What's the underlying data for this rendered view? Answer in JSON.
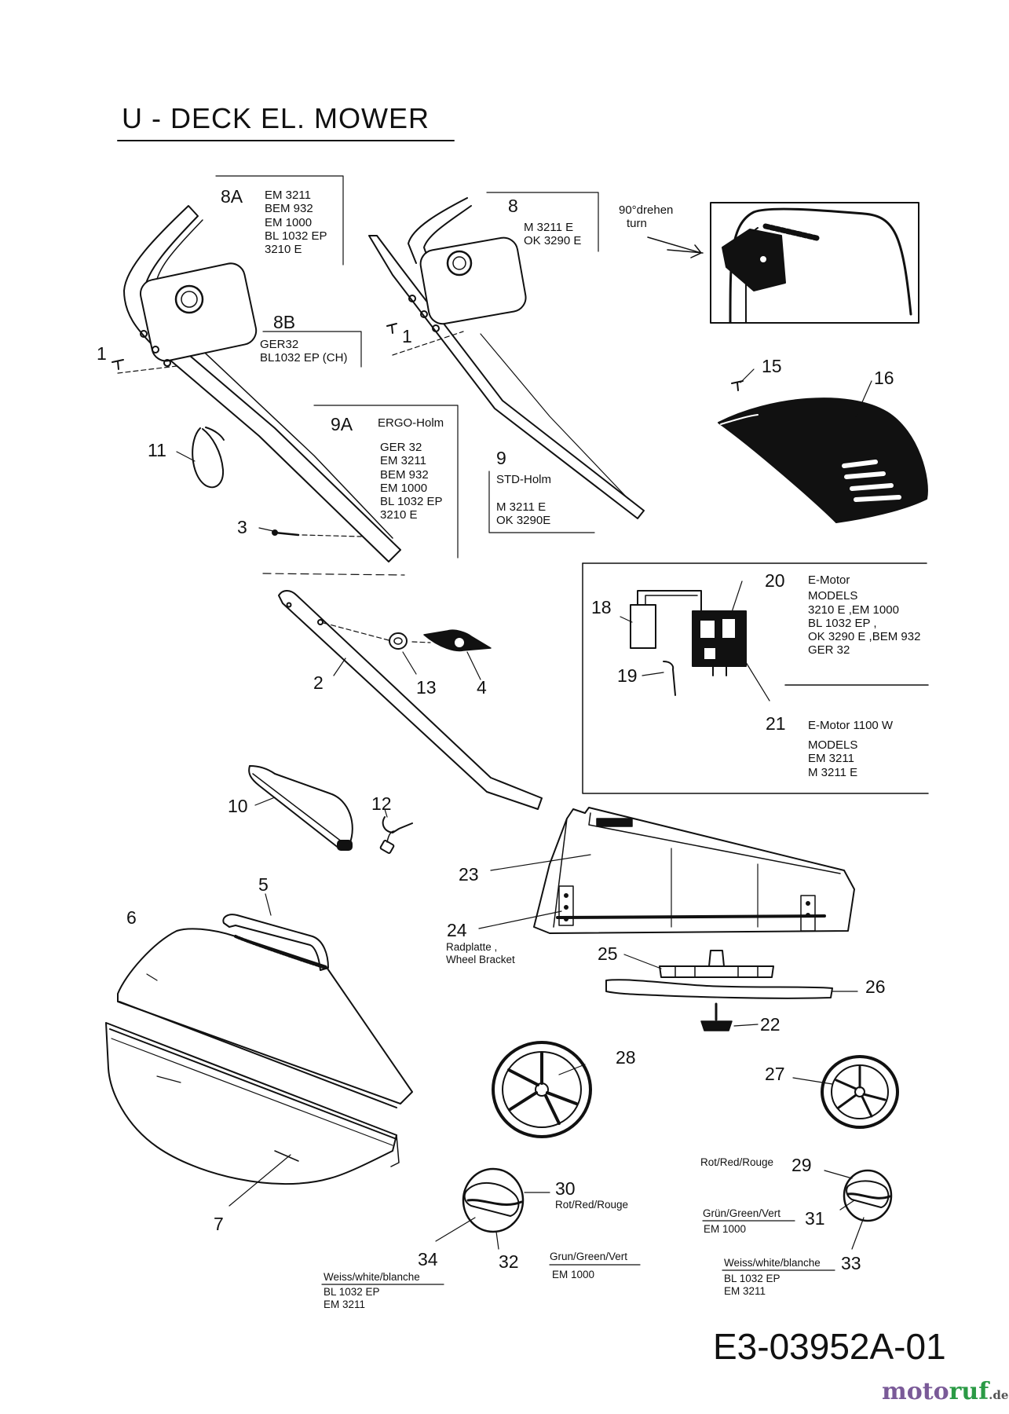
{
  "title": "U - DECK  EL. MOWER",
  "drawing_code": "E3-03952A-01",
  "watermark": {
    "main_a": "moto",
    "main_b": "ruf",
    "tld": ".de"
  },
  "parts": {
    "p1a": "1",
    "p1b": "1",
    "p2": "2",
    "p3": "3",
    "p4": "4",
    "p5": "5",
    "p6": "6",
    "p7": "7",
    "p8": "8",
    "p8A": "8A",
    "p8B": "8B",
    "p9": "9",
    "p9A": "9A",
    "p10": "10",
    "p11": "11",
    "p12": "12",
    "p13": "13",
    "p15": "15",
    "p16": "16",
    "p18": "18",
    "p19": "19",
    "p20": "20",
    "p21": "21",
    "p22": "22",
    "p23": "23",
    "p24": "24",
    "p25": "25",
    "p26": "26",
    "p27": "27",
    "p28": "28",
    "p29": "29",
    "p30": "30",
    "p31": "31",
    "p32": "32",
    "p33": "33",
    "p34": "34"
  },
  "notes": {
    "n8A": [
      "EM 3211",
      "BEM 932",
      "EM 1000",
      "BL 1032 EP",
      "3210 E"
    ],
    "n8": [
      "M 3211 E",
      "OK 3290 E"
    ],
    "n8B": [
      "GER32",
      "BL1032 EP (CH)"
    ],
    "turn": [
      "90°drehen",
      "turn"
    ],
    "n9A_head": "ERGO-Holm",
    "n9A": [
      "GER 32",
      "EM 3211",
      "BEM 932",
      "EM 1000",
      "BL 1032 EP",
      "3210 E"
    ],
    "n9_head": "STD-Holm",
    "n9": [
      "M 3211 E",
      "OK 3290E"
    ],
    "emotor1": [
      "E-Motor",
      "MODELS",
      "3210 E ,EM 1000",
      "BL 1032 EP ,",
      "OK 3290 E ,BEM 932",
      "GER 32"
    ],
    "emotor2_head": "E-Motor 1100 W",
    "emotor2": [
      "MODELS",
      "EM 3211",
      "M 3211 E"
    ],
    "bracket": [
      "Radplatte ,",
      "Wheel Bracket"
    ],
    "c30": "Rot/Red/Rouge",
    "c29": "Rot/Red/Rouge",
    "c32_head": "Grun/Green/Vert",
    "c32": "EM 1000",
    "c31_head": "Grün/Green/Vert",
    "c31": "EM 1000",
    "c34_head": "Weiss/white/blanche",
    "c34": [
      "BL 1032 EP",
      "EM 3211"
    ],
    "c33_head": "Weiss/white/blanche",
    "c33": [
      "BL 1032 EP",
      "EM 3211"
    ]
  }
}
